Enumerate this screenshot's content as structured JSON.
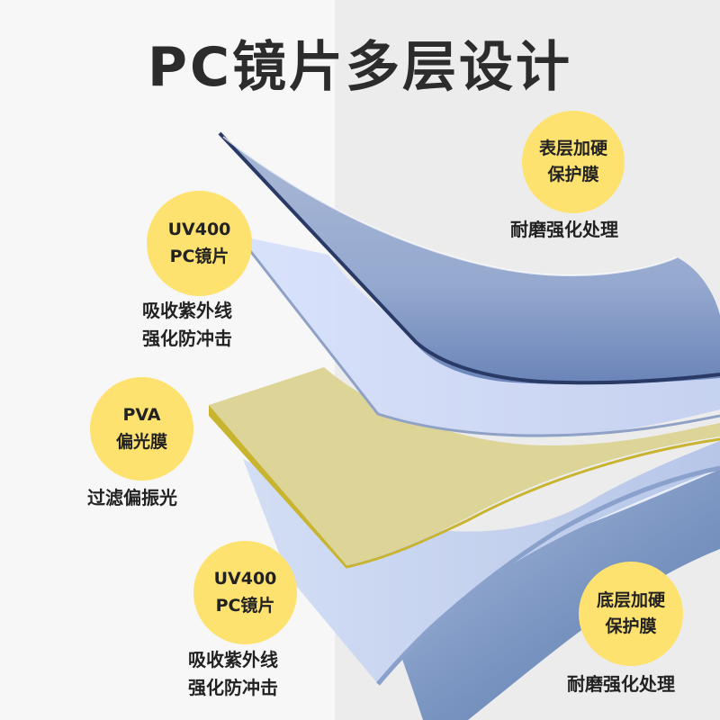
{
  "title": "PC镜片多层设计",
  "callouts": {
    "top_coat": {
      "badge_line1": "表层加硬",
      "badge_line2": "保护膜",
      "desc_line1": "耐磨强化处理"
    },
    "uv_upper": {
      "badge_line1": "UV400",
      "badge_line2": "PC镜片",
      "desc_line1": "吸收紫外线",
      "desc_line2": "强化防冲击"
    },
    "pva": {
      "badge_line1": "PVA",
      "badge_line2": "偏光膜",
      "desc_line1": "过滤偏振光"
    },
    "uv_lower": {
      "badge_line1": "UV400",
      "badge_line2": "PC镜片",
      "desc_line1": "吸收紫外线",
      "desc_line2": "强化防冲击"
    },
    "bottom_coat": {
      "badge_line1": "底层加硬",
      "badge_line2": "保护膜",
      "desc_line1": "耐磨强化处理"
    }
  },
  "colors": {
    "badge": "#fde26f",
    "coat_layer": "#8fa3c9",
    "pc_layer": "#c9d6f3",
    "pva_layer": "#ddd396",
    "pva_edge": "#c8b22e",
    "bottom_layer": "#6f8ab9"
  }
}
